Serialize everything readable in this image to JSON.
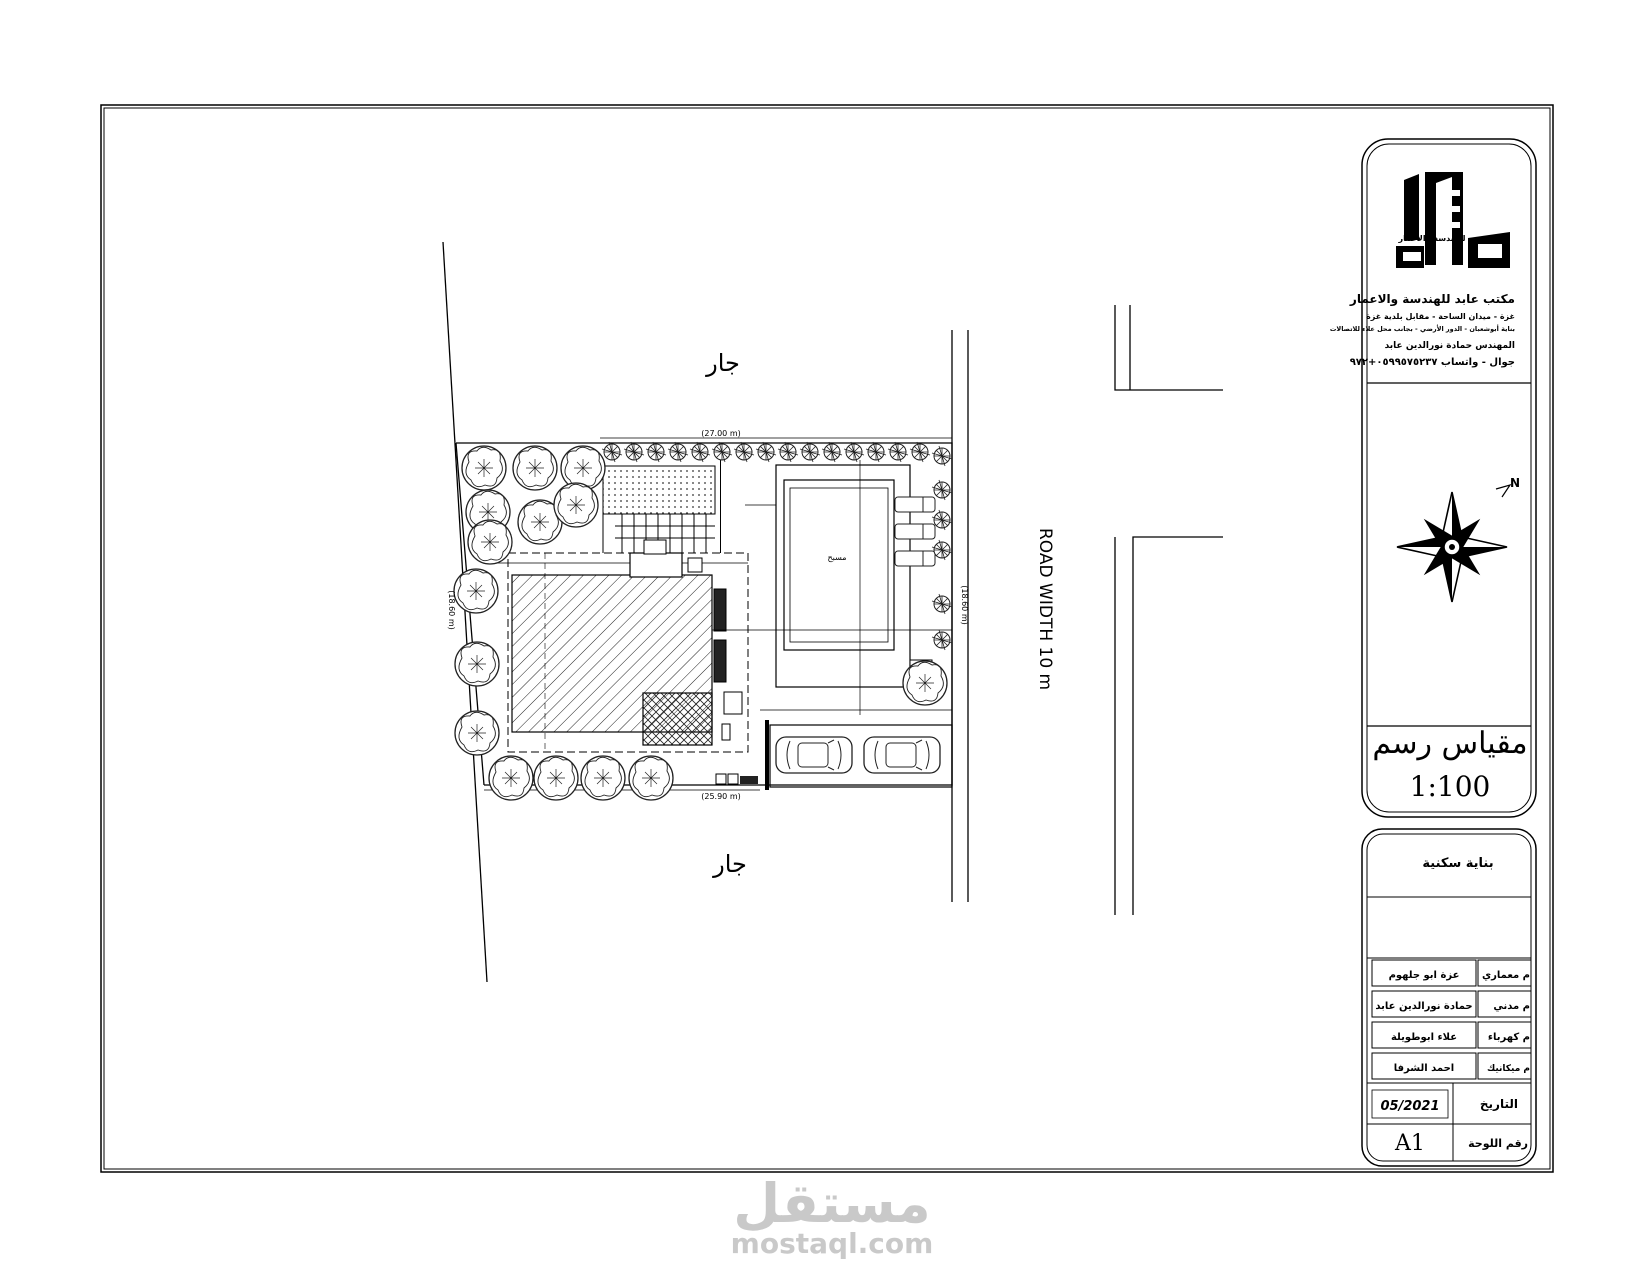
{
  "plan": {
    "neighbor_top": "جار",
    "neighbor_bottom": "جار",
    "road_label": "ROAD WIDTH 10 m",
    "dim_top": "(27.00 m)",
    "dim_bottom": "(25.90 m)",
    "dim_left": "(18.60 m)",
    "dim_right": "(18.60 m)",
    "pool_label": "مسبح"
  },
  "title_block": {
    "office_name": "مكتب عابد للهندسة والاعمار",
    "address_line1": "غزة - ميدان الساحة - مقابل بلدية غزة",
    "address_line2": "بناية أبوشعبان - الدور الأرضي - بجانب محل علاء للاتصالات",
    "engineer": "المهندس حمادة نورالدين عابد",
    "phone": "جوال - واتساب   ٠٥٩٩٥٧٥٢٣٧+٩٧٢",
    "scale_title": "مقياس رسم",
    "scale_value": "1:100",
    "project_name": "بناية سكنية",
    "roles": [
      {
        "role": "م معماري",
        "name": "عزة ابو جلهوم"
      },
      {
        "role": "م مدني",
        "name": "حمادة نورالدين عابد"
      },
      {
        "role": "م كهرباء",
        "name": "علاء ابوطويلة"
      },
      {
        "role": "م ميكانيك",
        "name": "احمد الشرفا"
      }
    ],
    "date_label": "التاريخ",
    "date_value": "05/2021",
    "sheet_label": "رقم اللوحة",
    "sheet_value": "A1"
  },
  "watermark": {
    "arabic": "مستقل",
    "latin": "mostaql.com"
  }
}
